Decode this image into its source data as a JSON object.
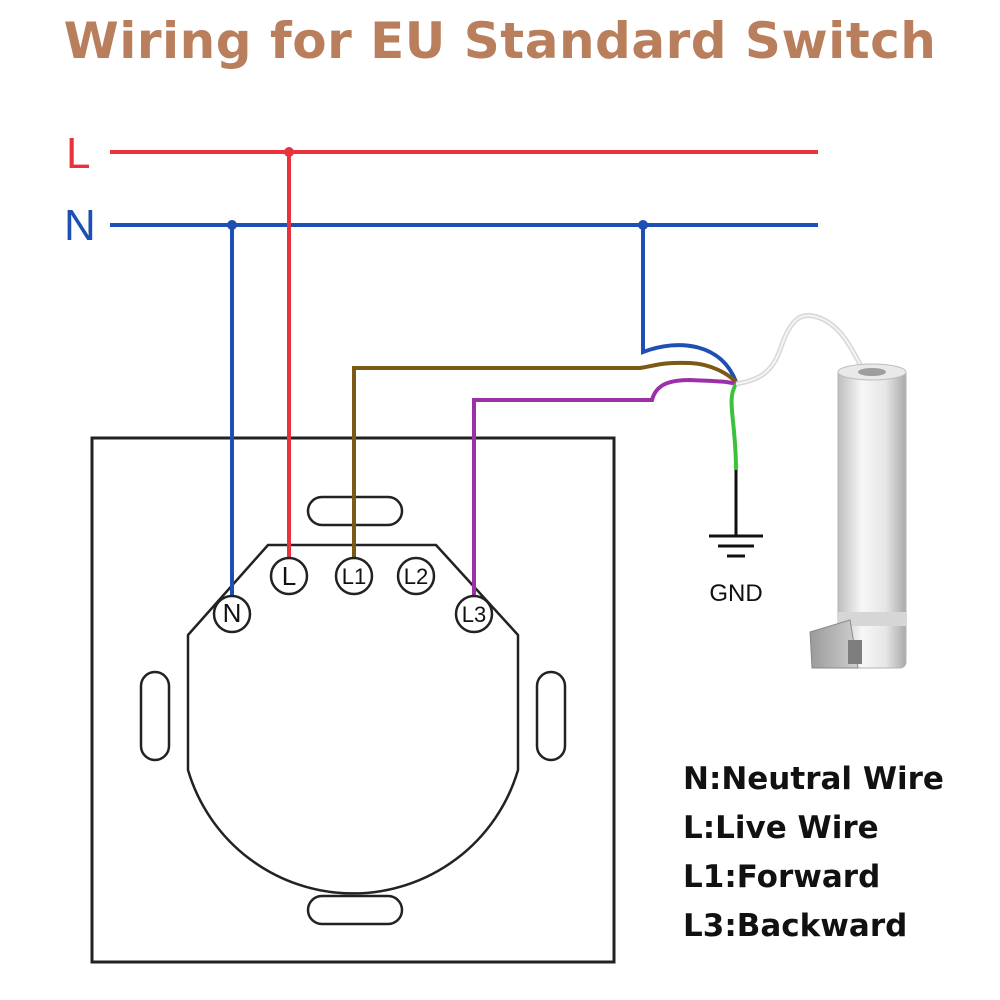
{
  "title": "Wiring for EU Standard Switch",
  "colors": {
    "title": "#b97e5b",
    "live": "#e8323c",
    "neutral": "#1e4fb4",
    "forward": "#7a5a14",
    "backward": "#9b30a8",
    "ground": "#3cc13c",
    "ground_black": "#111111"
  },
  "lines": {
    "live_label": "L",
    "neutral_label": "N"
  },
  "terminals": {
    "n": "N",
    "l": "L",
    "l1": "L1",
    "l2": "L2",
    "l3": "L3"
  },
  "ground_label": "GND",
  "legend": [
    "N:Neutral Wire",
    "L:Live Wire",
    "L1:Forward",
    "L3:Backward"
  ]
}
